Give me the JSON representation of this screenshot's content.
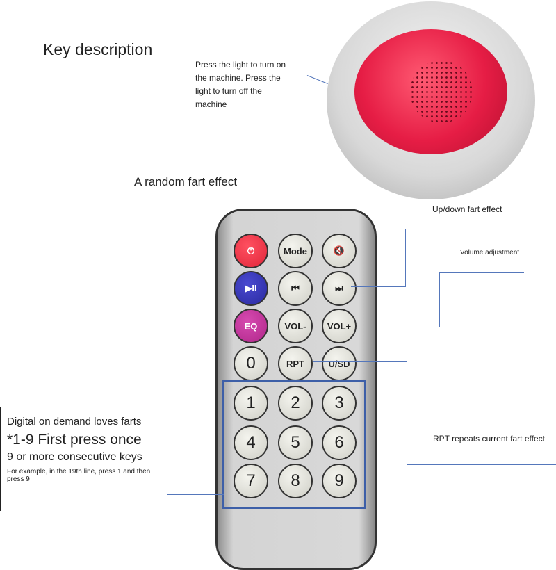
{
  "title": "Key description",
  "light_note": [
    "Press the light to turn on",
    "the machine. Press the",
    "light to turn off the",
    "machine"
  ],
  "random_label": "A random fart effect",
  "updown_label": "Up/down fart effect",
  "volume_label": "Volume adjustment",
  "rpt_label": "RPT repeats current fart effect",
  "digital": {
    "line1": "Digital on demand loves farts",
    "line2": "*1-9 First press once",
    "line3": "9 or more consecutive keys",
    "line4": "For example, in the 19th line, press 1 and then",
    "line5": "press 9"
  },
  "buttons": {
    "power": "⏻",
    "mode": "Mode",
    "mute": "🔇",
    "play": "▶II",
    "prev": "⏮",
    "next": "⏭",
    "eq": "EQ",
    "vol_down": "VOL-",
    "vol_up": "VOL+",
    "zero": "0",
    "rpt": "RPT",
    "usd": "U/SD",
    "n1": "1",
    "n2": "2",
    "n3": "3",
    "n4": "4",
    "n5": "5",
    "n6": "6",
    "n7": "7",
    "n8": "8",
    "n9": "9"
  },
  "colors": {
    "power": "#e0263a",
    "play": "#2a2aa0",
    "eq": "#b0278a"
  }
}
